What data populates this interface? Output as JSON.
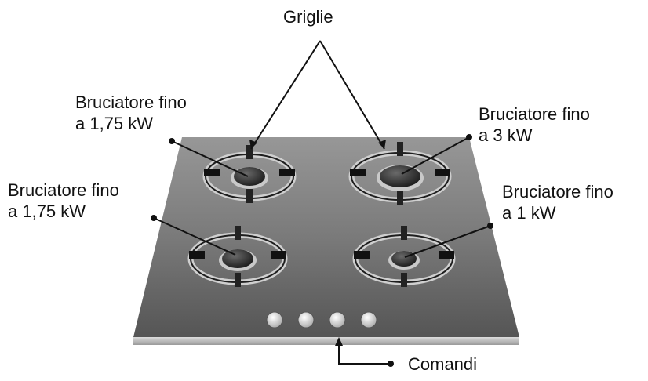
{
  "labels": {
    "grates": "Griglie",
    "controls": "Comandi",
    "top_left": {
      "line1": "Bruciatore fino",
      "line2": "a 1,75 kW"
    },
    "bottom_left": {
      "line1": "Bruciatore fino",
      "line2": "a 1,75 kW"
    },
    "top_right": {
      "line1": "Bruciatore fino",
      "line2": "a 3 kW"
    },
    "bottom_right": {
      "line1": "Bruciatore fino",
      "line2": "a 1 kW"
    }
  },
  "colors": {
    "glass_top": "#8e8e8e",
    "glass_bottom": "#5a5a5a",
    "front_edge": "#c9c9c9",
    "burner_cap": "#2e2e2e",
    "grate": "#1e1e1e",
    "ring": "#d8d8d8",
    "knob": "#e6e6e6",
    "leader": "#111111"
  }
}
